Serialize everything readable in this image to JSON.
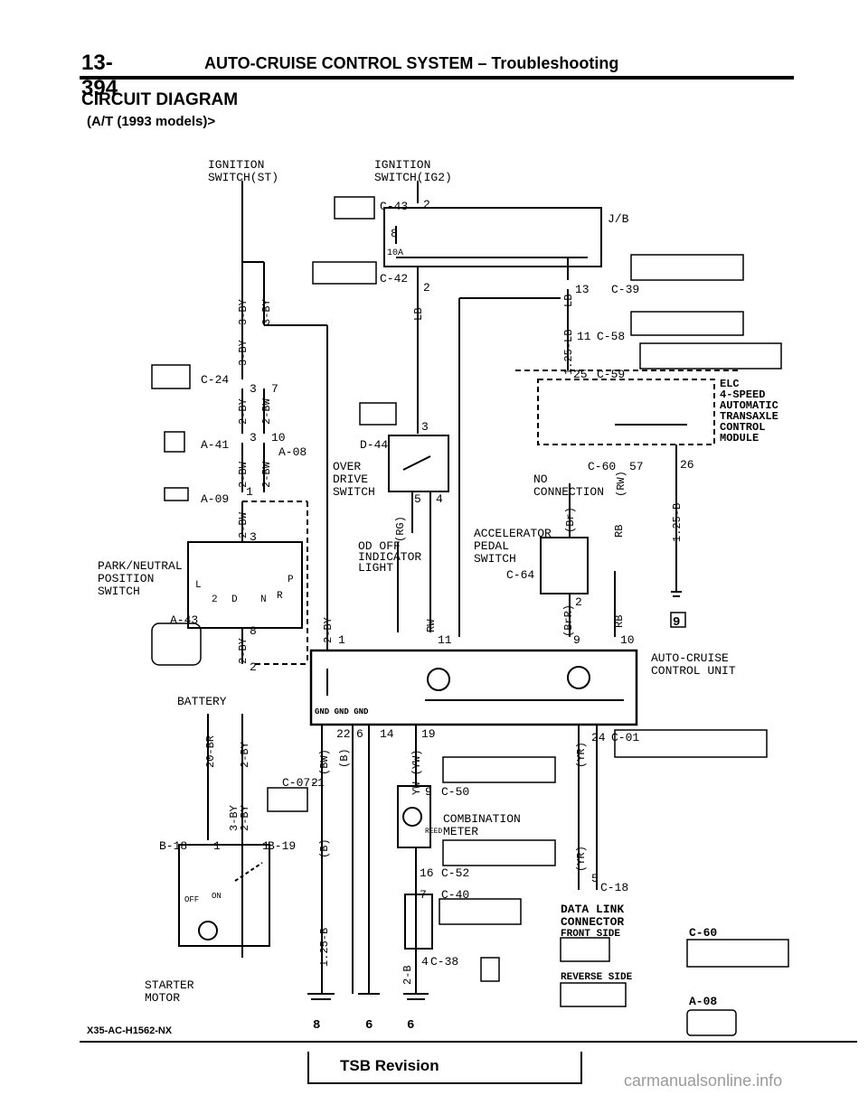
{
  "header": {
    "page_number": "13-394",
    "title": "AUTO-CRUISE CONTROL SYSTEM – Troubleshooting"
  },
  "section": {
    "title": "CIRCUIT DIAGRAM",
    "subtitle": "(A/T (1993 models)>"
  },
  "labels": {
    "ign_st": [
      "IGNITION",
      "SWITCH(ST)"
    ],
    "ign_ig2": [
      "IGNITION",
      "SWITCH(IG2)"
    ],
    "jb": "J/B",
    "fuse": "10A",
    "fuse_no": "8",
    "c43": "C-43",
    "c43_pin": "2",
    "c42": "C-42",
    "c42_pin": "2",
    "c39": "C-39",
    "c39_pin": "13",
    "c58": "C-58",
    "c58_pin": "11",
    "c59": "C-59",
    "c59_pin": "25",
    "c24": "C-24",
    "c24_pins": [
      "3",
      "7"
    ],
    "a41": "A-41",
    "a41_pins": [
      "3",
      "10"
    ],
    "a08": "A-08",
    "a09": "A-09",
    "a09_pin": "1",
    "a43": "A-43",
    "d44": "D-44",
    "d44_pins": [
      "3",
      "5",
      "4"
    ],
    "od_switch": [
      "OVER",
      "DRIVE",
      "SWITCH"
    ],
    "od_light": [
      "OD OFF",
      "INDICATOR",
      "LIGHT"
    ],
    "park": [
      "PARK/NEUTRAL",
      "POSITION",
      "SWITCH"
    ],
    "prnd": [
      "L",
      "2",
      "D",
      "N",
      "R",
      "P"
    ],
    "elc": [
      "ELC",
      "4-SPEED",
      "AUTOMATIC",
      "TRANSAXLE",
      "CONTROL",
      "MODULE"
    ],
    "c60": "C-60",
    "c60_pin": "57",
    "c26": "26",
    "no_conn": [
      "NO",
      "CONNECTION"
    ],
    "accel": [
      "ACCELERATOR",
      "PEDAL",
      "SWITCH"
    ],
    "c64": "C-64",
    "acu": [
      "AUTO-CRUISE",
      "CONTROL UNIT"
    ],
    "battery": "BATTERY",
    "gnd": "GND GND GND",
    "c01": "C-01",
    "c01_pin": "24",
    "c07": "C-07-1",
    "b18": "B-18",
    "b19": "B-19",
    "c50": "C-50",
    "c50_pin": "9",
    "combi": [
      "COMBINATION",
      "METER"
    ],
    "reed": "REED",
    "c52": "C-52",
    "c52_pin": "16",
    "c40": "C-40",
    "c40_pin": "7",
    "c38": "C-38",
    "c38_pin": "4",
    "c18": "C-18",
    "c18_pin": "5",
    "dlc": [
      "DATA LINK",
      "CONNECTOR"
    ],
    "front_side": "FRONT SIDE",
    "reverse_side": "REVERSE SIDE",
    "c60_right": "C-60",
    "a08_right": "A-08",
    "starter": [
      "STARTER",
      "MOTOR"
    ],
    "off_on": [
      "OFF",
      "ON"
    ],
    "wires": {
      "w3by": "3-BY",
      "w2by": "2-BY",
      "w2bw": "2-BW",
      "wlb": "LB",
      "w125lb": "1.25-LB",
      "w125b": "1.25-B",
      "wrg": "(RG)",
      "wbr": "(Br)",
      "wrw": "(RW)",
      "wrb": "RB",
      "wbrr": "(BrR)",
      "wyr": "(YR)",
      "wyw": "YW (YW)",
      "wbw": "(BW)",
      "wb": "(B)",
      "w20br": "20-BR",
      "w2b": "2-B",
      "wrw2": "RW"
    },
    "ground_marks": [
      "8",
      "6",
      "6",
      "9"
    ],
    "misc_pins": [
      "22",
      "6",
      "14",
      "19",
      "1",
      "2",
      "11",
      "10",
      "9",
      "2",
      "8",
      "3",
      "1",
      "2",
      "1"
    ]
  },
  "doc_id": "X35-AC-H1562-NX",
  "footer": "TSB Revision",
  "watermark": "carmanualsonline.info"
}
